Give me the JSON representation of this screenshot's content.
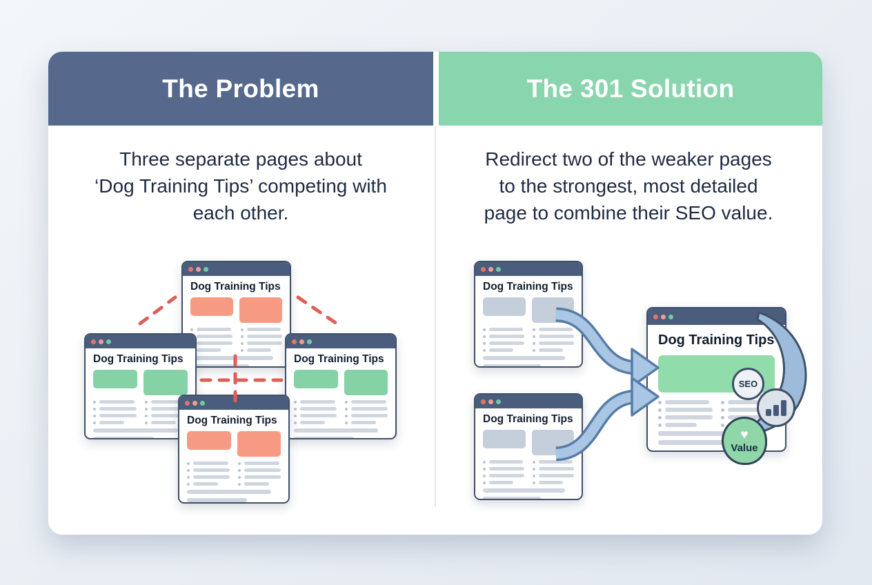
{
  "panels": {
    "problem": {
      "header": "The Problem",
      "description_lines": [
        "Three separate pages about",
        "‘Dog Training Tips’ competing with",
        "each other."
      ],
      "windows": [
        {
          "title": "Dog Training Tips"
        },
        {
          "title": "Dog Training Tips"
        },
        {
          "title": "Dog Training Tips"
        },
        {
          "title": "Dog Training Tips"
        }
      ]
    },
    "solution": {
      "header": "The 301 Solution",
      "description_lines": [
        "Redirect two of the weaker pages",
        "to the strongest, most detailed",
        "page to combine their SEO value."
      ],
      "windows": [
        {
          "title": "Dog Training Tips"
        },
        {
          "title": "Dog Training Tips"
        },
        {
          "title": "Dog Training Tips"
        }
      ],
      "badges": {
        "seo": "SEO",
        "value": "Value"
      }
    }
  },
  "colors": {
    "problem_header": "#56698c",
    "solution_header": "#88d5ae",
    "salmon_block": "#f79a84",
    "green_block": "#85d2a6",
    "gray_block": "#c5cedb",
    "redirect_arrow": "#a9c6e4",
    "competition_dash": "#dd5f55",
    "window_chrome": "#4b5d7c"
  }
}
